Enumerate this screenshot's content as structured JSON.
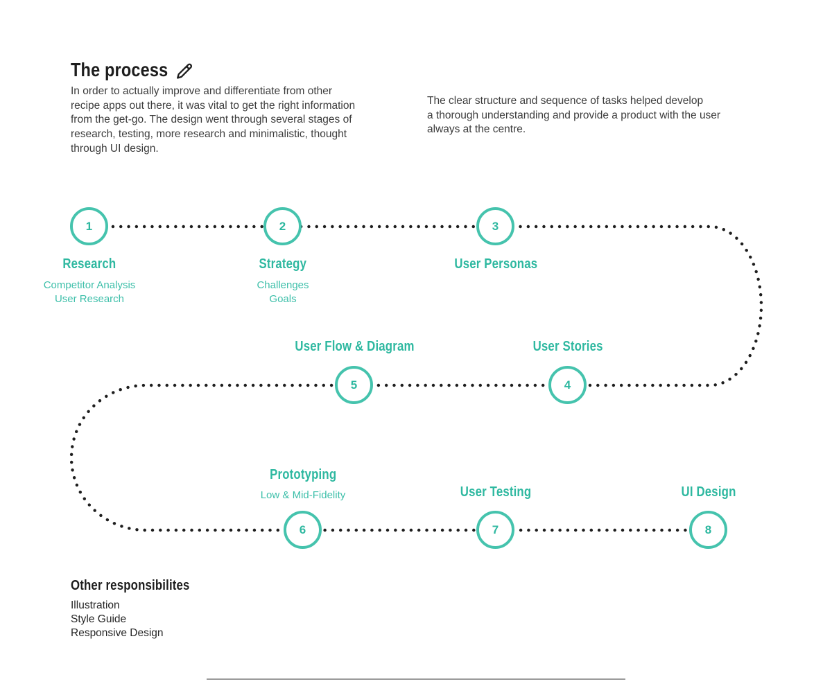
{
  "header": {
    "title": "The process",
    "edit_icon": "pencil-icon"
  },
  "intro": {
    "left": "In order to actually improve and differentiate from other\nrecipe apps out there, it was vital to get the right information\nfrom the get-go. The design went through several stages of\nresearch, testing, more research and minimalistic, thought\nthrough UI design.",
    "right": "The clear structure and sequence of tasks helped develop\na thorough understanding and provide a product with the user\nalways at the centre."
  },
  "steps": [
    {
      "number": "1",
      "title": "Research",
      "subitems": [
        "Competitor Analysis",
        "User Research"
      ]
    },
    {
      "number": "2",
      "title": "Strategy",
      "subitems": [
        "Challenges",
        "Goals"
      ]
    },
    {
      "number": "3",
      "title": "User Personas",
      "subitems": []
    },
    {
      "number": "4",
      "title": "User Stories",
      "subitems": []
    },
    {
      "number": "5",
      "title": "User Flow & Diagram",
      "subitems": []
    },
    {
      "number": "6",
      "title": "Prototyping",
      "subitems": [
        "Low & Mid-Fidelity"
      ]
    },
    {
      "number": "7",
      "title": "User Testing",
      "subitems": []
    },
    {
      "number": "8",
      "title": "UI Design",
      "subitems": []
    }
  ],
  "other_responsibilities": {
    "title": "Other responsibilites",
    "items": [
      "Illustration",
      "Style Guide",
      "Responsive Design"
    ]
  },
  "colors": {
    "accent_teal": "#45c3ad",
    "teal_text": "#2eb8a0",
    "dot_color": "#1e1e1e",
    "heading_dark": "#1d1d1d",
    "body_text": "#3c3c3c",
    "divider_gray": "#9b9b9b"
  }
}
